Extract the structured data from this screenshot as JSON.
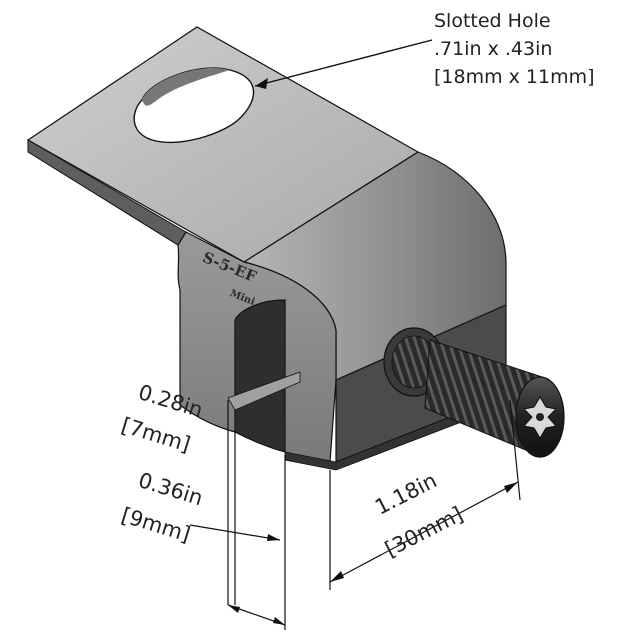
{
  "callout": {
    "title": "Slotted Hole",
    "size_in": ".71in x .43in",
    "size_mm": "[18mm x 11mm]"
  },
  "dims": {
    "d1_in": "0.28in",
    "d1_mm": "[7mm]",
    "d2_in": "0.36in",
    "d2_mm": "[9mm]",
    "d3_in": "1.18in",
    "d3_mm": "[30mm]"
  },
  "stamp": {
    "model": "S-5-EF",
    "variant": "Mini"
  },
  "colors": {
    "metal_top": "#b9b9b9",
    "metal_front": "#8c8c8c",
    "metal_dark": "#4a4a4a",
    "screw": "#2b2b2b",
    "line": "#111111"
  }
}
